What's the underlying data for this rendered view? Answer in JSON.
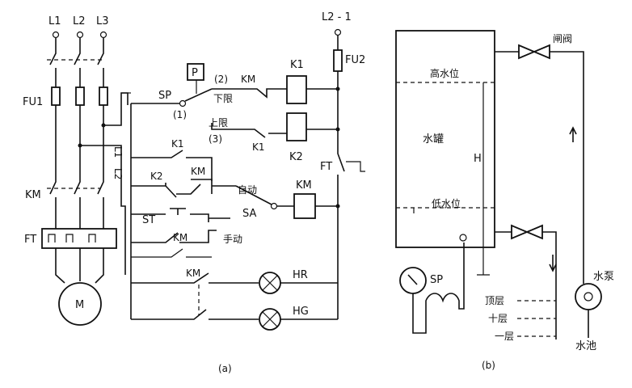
{
  "panel_a": {
    "phase_labels": [
      "L1",
      "L2",
      "L3"
    ],
    "supply_label": "L2 - 1",
    "fu1": "FU1",
    "fu2": "FU2",
    "km_main": "KM",
    "ft_main": "FT",
    "motor": "M",
    "wire_l1": "L1",
    "wire_l2": "L2",
    "sp": "SP",
    "p_box": "P",
    "n1": "(1)",
    "n2": "(2)",
    "n3": "(3)",
    "km_coil_label": "KM",
    "lower_limit": "下限",
    "upper_limit": "上限",
    "k1_top": "K1",
    "k1_mid": "K1",
    "k1_row": "K1",
    "k2_label": "K2",
    "k2_row": "K2",
    "km_row": "KM",
    "auto": "自动",
    "sa": "SA",
    "km_coil_main": "KM",
    "ft_nc": "FT",
    "st": "ST",
    "km_hold": "KM",
    "manual": "手动",
    "km_hr": "KM",
    "hr": "HR",
    "hg": "HG",
    "caption": "(a)"
  },
  "panel_b": {
    "gate_valve": "闸阀",
    "high_level": "高水位",
    "tank": "水罐",
    "h": "H",
    "low_level": "低水位",
    "sp": "SP",
    "pump": "水泵",
    "top_floor": "顶层",
    "tenth_floor": "十层",
    "first_floor": "一层",
    "pool": "水池",
    "caption": "(b)"
  }
}
